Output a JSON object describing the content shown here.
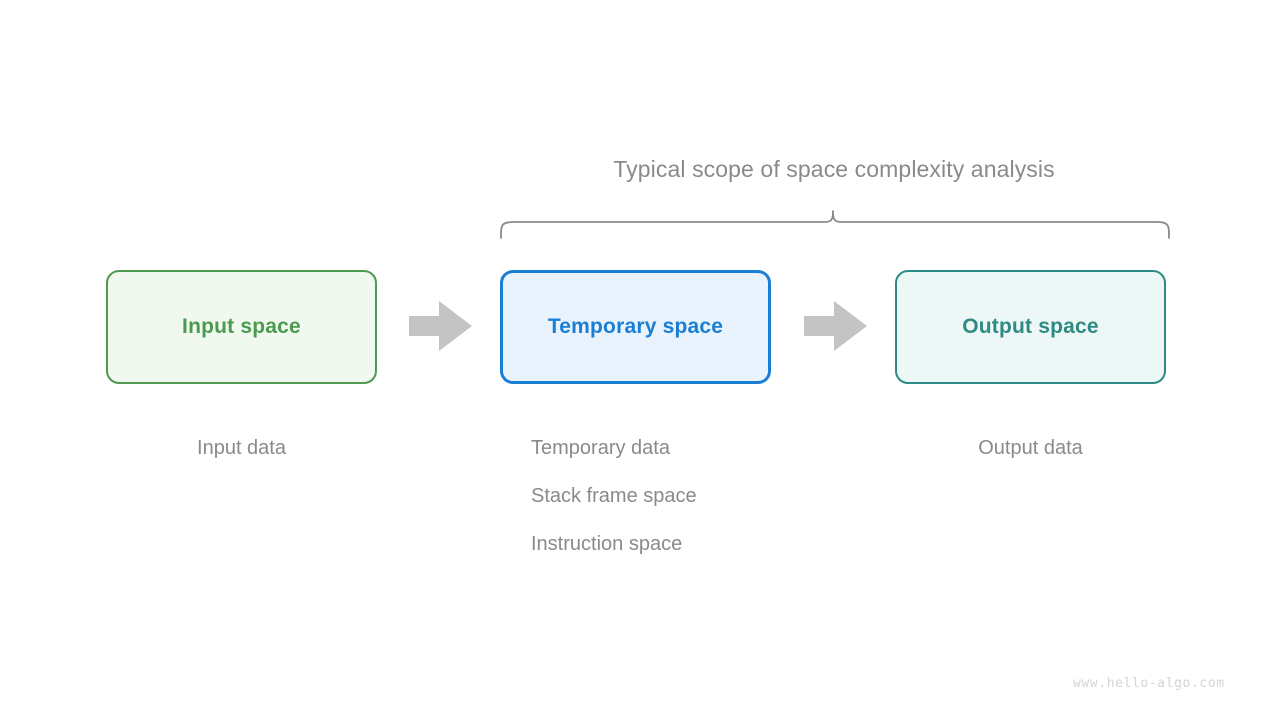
{
  "diagram": {
    "scope_title": "Typical scope of space complexity analysis",
    "watermark": "www.hello-algo.com",
    "colors": {
      "input_accent": "#4a9b4e",
      "input_fill": "#f1f8f0",
      "temp_accent": "#1a7fd4",
      "temp_fill": "#e8f3fd",
      "output_accent": "#2e8b83",
      "output_fill": "#edf7f5",
      "arrow": "#c4c4c4",
      "text_gray": "#8a8a8a",
      "brace": "#8a8a8a",
      "watermark": "#d4d4d4"
    },
    "boxes": [
      {
        "id": "input",
        "label": "Input space"
      },
      {
        "id": "temporary",
        "label": "Temporary space"
      },
      {
        "id": "output",
        "label": "Output space"
      }
    ],
    "captions": {
      "input": "Input data",
      "temporary": [
        "Temporary data",
        "Stack frame space",
        "Instruction space"
      ],
      "output": "Output data"
    },
    "arrows": [
      {
        "id": "arrow-input-to-temporary"
      },
      {
        "id": "arrow-temporary-to-output"
      }
    ]
  }
}
